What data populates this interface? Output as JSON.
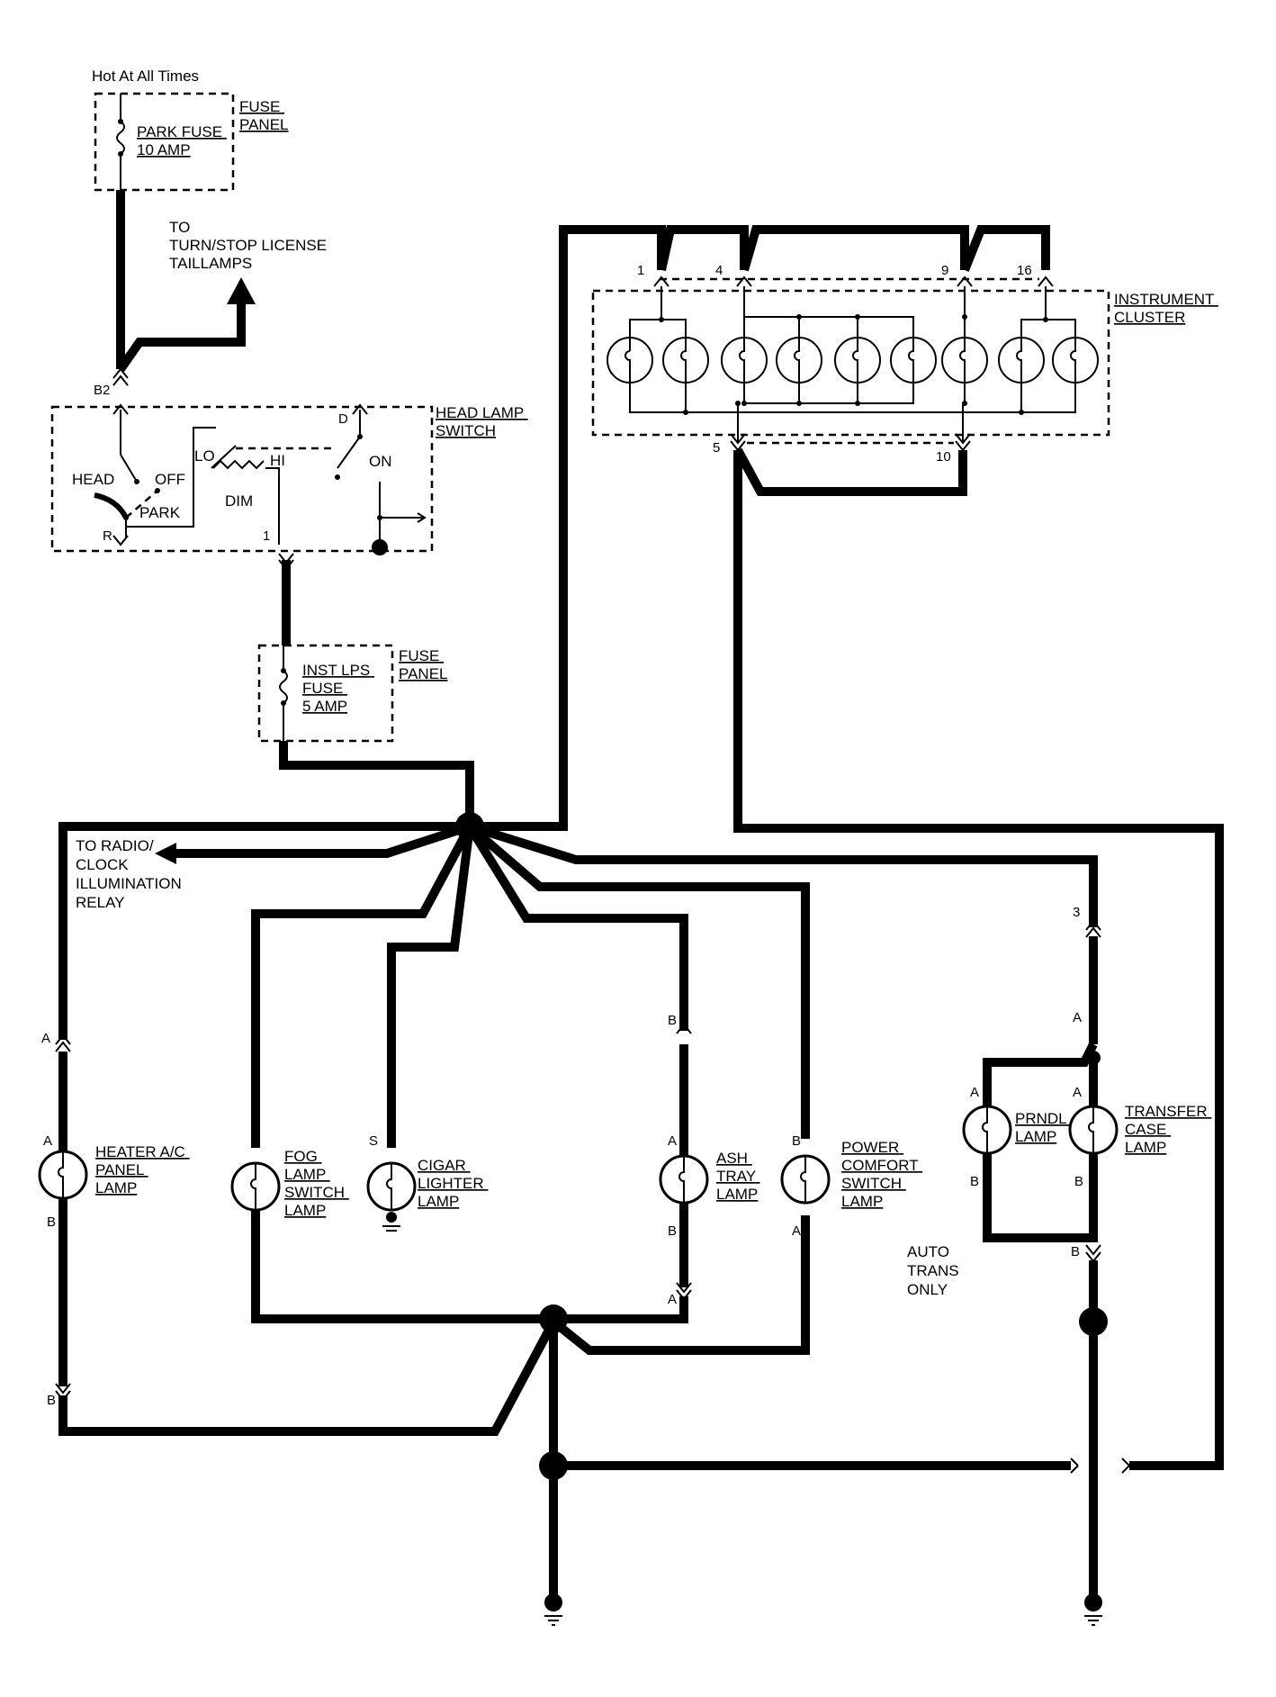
{
  "labels": {
    "hot": "Hot At All Times",
    "park_fuse": [
      "PARK FUSE",
      "10 AMP"
    ],
    "fuse_panel_1": [
      "FUSE",
      "PANEL"
    ],
    "to_taillamps": [
      "TO",
      "TURN/STOP LICENSE",
      "TAILLAMPS"
    ],
    "head_lamp_switch": [
      "HEAD LAMP",
      "SWITCH"
    ],
    "switch_head": "HEAD",
    "switch_off": "OFF",
    "switch_park": "PARK",
    "switch_lo": "LO",
    "switch_hi": "HI",
    "switch_dim": "DIM",
    "switch_on": "ON",
    "inst_fuse": [
      "INST LPS",
      "FUSE",
      "5 AMP"
    ],
    "fuse_panel_2": [
      "FUSE",
      "PANEL"
    ],
    "instrument_cluster": [
      "INSTRUMENT",
      "CLUSTER"
    ],
    "to_radio": [
      "TO RADIO/",
      "CLOCK",
      "ILLUMINATION",
      "RELAY"
    ],
    "heater_lamp": [
      "HEATER A/C",
      "PANEL",
      "LAMP"
    ],
    "fog_lamp": [
      "FOG",
      "LAMP",
      "SWITCH",
      "LAMP"
    ],
    "cigar_lamp": [
      "CIGAR",
      "LIGHTER",
      "LAMP"
    ],
    "ash_lamp": [
      "ASH",
      "TRAY",
      "LAMP"
    ],
    "power_lamp": [
      "POWER",
      "COMFORT",
      "SWITCH",
      "LAMP"
    ],
    "prndl_lamp": [
      "PRNDL",
      "LAMP"
    ],
    "transfer_lamp": [
      "TRANSFER",
      "CASE",
      "LAMP"
    ],
    "auto_trans": [
      "AUTO",
      "TRANS",
      "ONLY"
    ]
  },
  "pins": {
    "b2": "B2",
    "r": "R",
    "d": "D",
    "sw1": "1",
    "c1": "1",
    "c4": "4",
    "c9": "9",
    "c16": "16",
    "c5": "5",
    "c10": "10",
    "heater_a_top": "A",
    "heater_a": "A",
    "heater_b": "B",
    "heater_b_bot": "B",
    "cigar_s": "S",
    "ash_b_top": "B",
    "ash_a": "A",
    "ash_b": "B",
    "ash_a_bot": "A",
    "power_b": "B",
    "power_a": "A",
    "tc_3": "3",
    "tc_a_top": "A",
    "prndl_a": "A",
    "tc_a": "A",
    "prndl_b": "B",
    "tc_b": "B",
    "tc_b_bot": "B"
  }
}
